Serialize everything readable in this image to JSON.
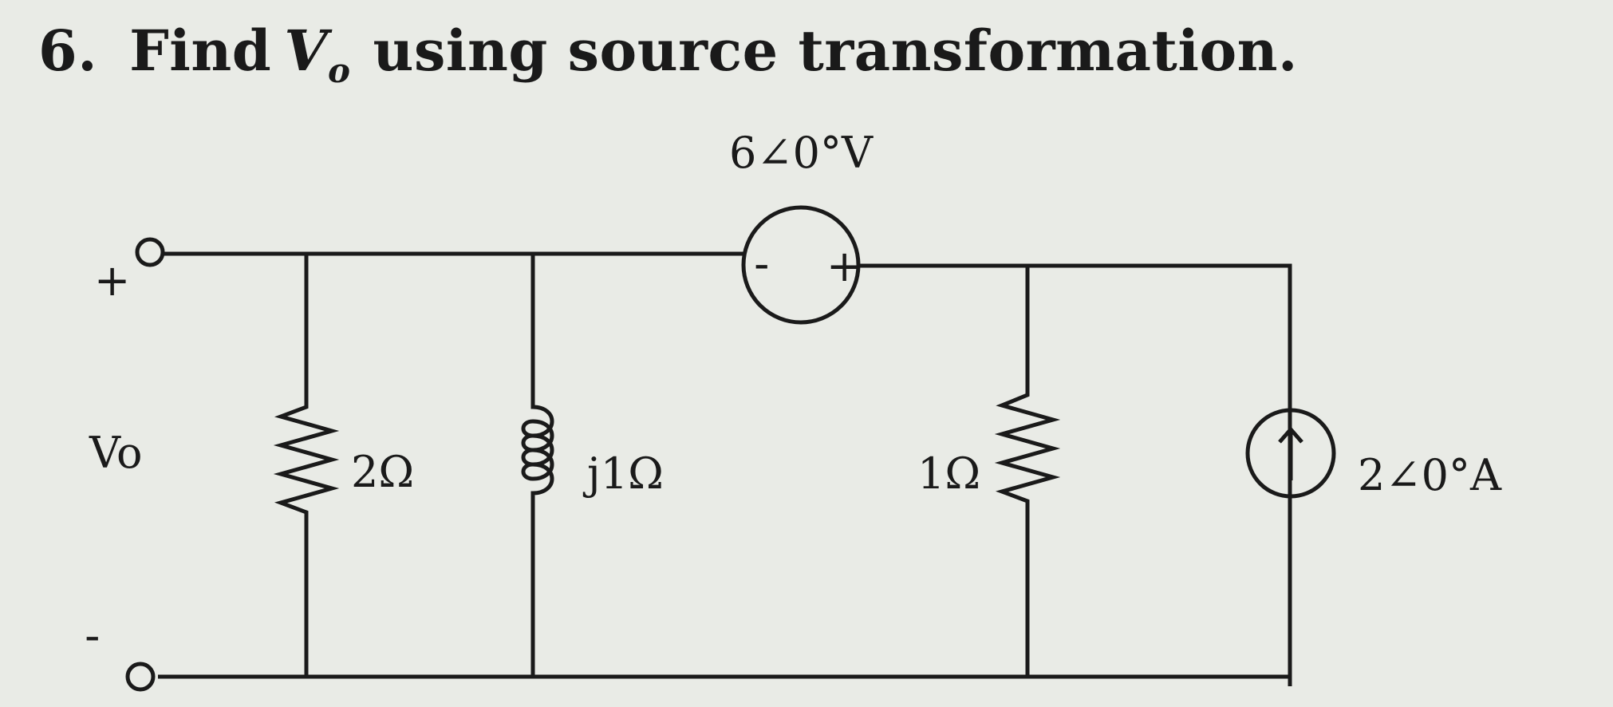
{
  "problem": {
    "number": "6.",
    "text_before": "Find",
    "variable": "V",
    "variable_sub": "o",
    "text_after": "using source transformation."
  },
  "circuit": {
    "voltage_source_label": "6∠0°V",
    "voltage_source_minus": "-",
    "voltage_source_plus": "+",
    "output_plus": "+",
    "output_minus": "-",
    "output_label": "Vo",
    "resistor_1_label": "2Ω",
    "inductor_label": "j1Ω",
    "resistor_2_label": "1Ω",
    "current_source_label": "2∠0°A"
  }
}
